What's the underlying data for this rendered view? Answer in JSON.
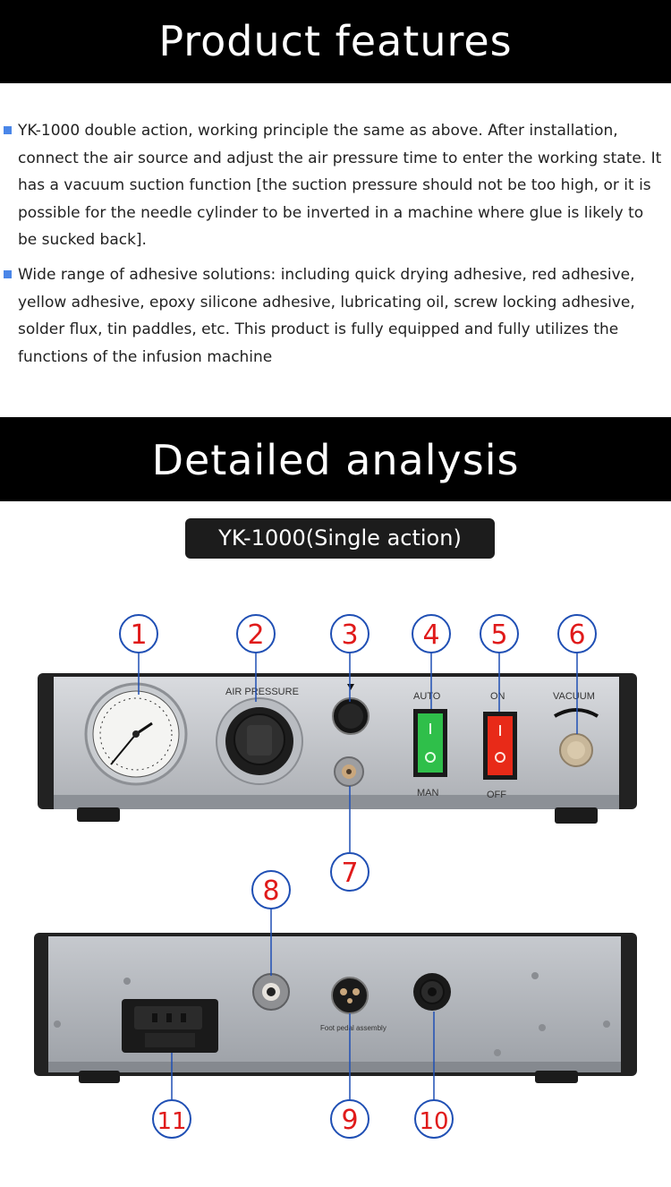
{
  "features": {
    "title": "Product features",
    "paragraphs": [
      "YK-1000 double action, working principle the same as above. After installation, connect the air source and adjust the air pressure time to enter the working state. It has a vacuum suction function [the suction pressure should not be too high, or it is possible for the needle cylinder to be inverted in a machine where glue is likely to be sucked back].",
      "Wide range of adhesive solutions: including quick drying adhesive, red adhesive, yellow adhesive, epoxy silicone adhesive, lubricating oil, screw locking adhesive, solder flux, tin paddles, etc. This product is fully equipped and fully utilizes the functions of the infusion machine"
    ]
  },
  "analysis": {
    "title": "Detailed analysis",
    "model_label": "YK-1000(Single action)"
  },
  "panel_labels": {
    "air_pressure": "AIR PRESSURE",
    "auto": "AUTO",
    "man": "MAN",
    "on": "ON",
    "off": "OFF",
    "vacuum": "VACUUM",
    "foot_pedal": "Foot pedal assembly"
  },
  "callouts": [
    "1",
    "2",
    "3",
    "4",
    "5",
    "6",
    "7",
    "8",
    "9",
    "10",
    "11"
  ],
  "colors": {
    "bullet": "#4a86e8",
    "callout": "#e01a1a",
    "callout_ring": "#1f4fb4",
    "switch_green": "#2fbf4a",
    "switch_red": "#e82a18"
  }
}
